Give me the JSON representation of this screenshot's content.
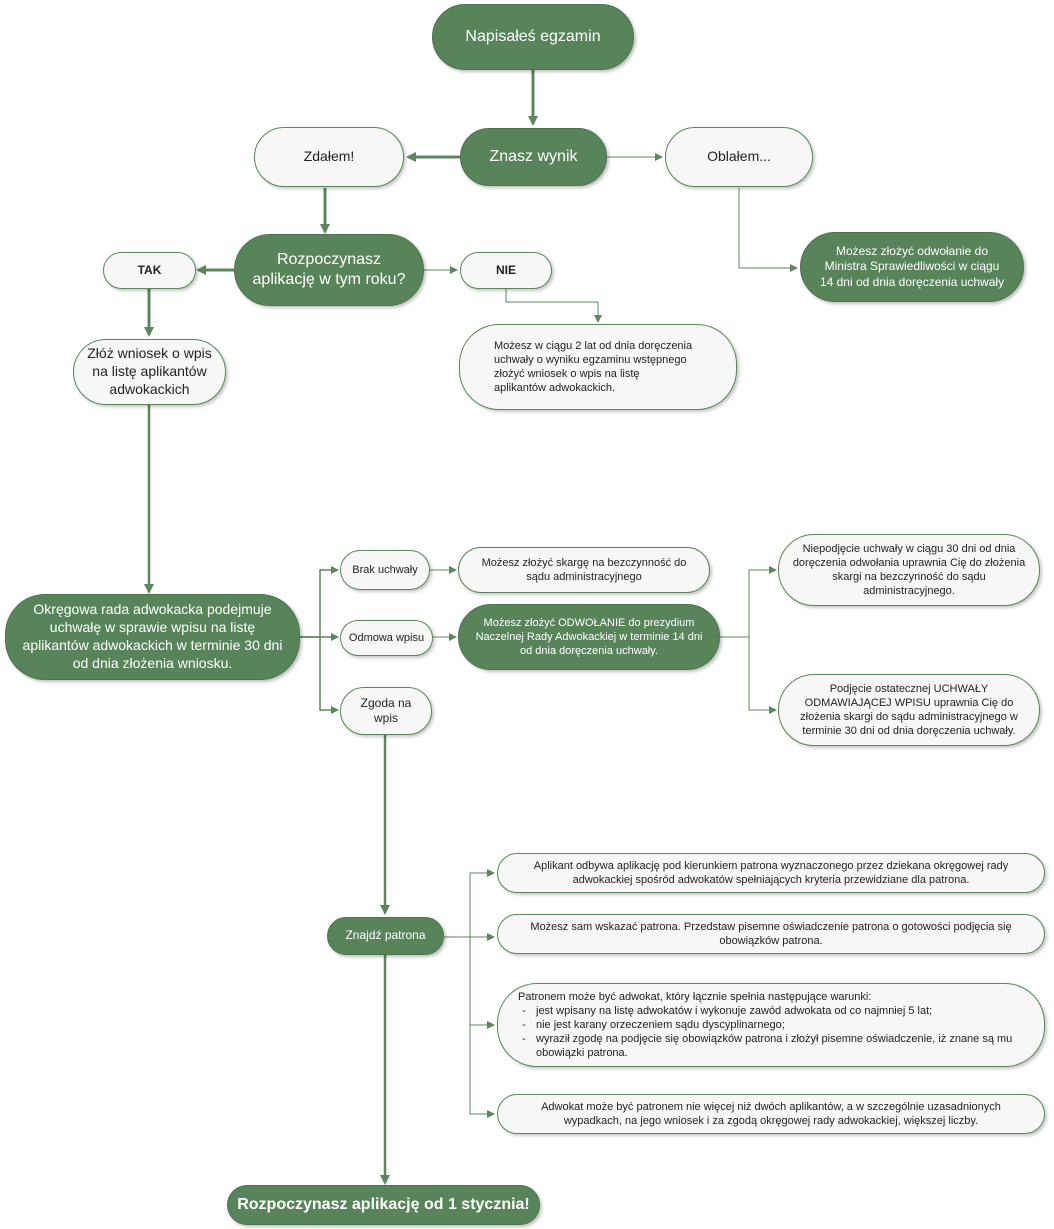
{
  "colors": {
    "dark_green": "#58845a",
    "line_green": "#5a875c",
    "light_fill": "#f6f7f6"
  },
  "nodes": {
    "start": "Napisałeś egzamin",
    "result": "Znasz wynik",
    "passed": "Zdałem!",
    "failed": "Oblałem...",
    "failed_appeal": "Możesz złożyć odwołanie do Ministra Sprawiedliwości w ciągu 14 dni od dnia doręczenia uchwały",
    "start_training_question": "Rozpoczynasz aplikację w tym roku?",
    "yes": "TAK",
    "no": "NIE",
    "no_info": "Możesz w ciągu 2 lat od dnia doręczenia uchwały o wyniku egzaminu wstępnego złożyć wniosek o wpis na listę aplikantów adwokackich.",
    "submit_application": "Złóż wniosek o wpis na listę aplikantów adwokackich",
    "council_decision": "Okręgowa rada adwokacka podejmuje uchwałę w sprawie wpisu na listę aplikantów adwokackich w terminie 30 dni od dnia złożenia wniosku.",
    "no_resolution": "Brak uchwały",
    "no_resolution_info": "Możesz złożyć skargę na bezczynność do sądu administracyjnego",
    "refusal": "Odmowa wpisu",
    "refusal_appeal": "Możesz złożyć ODWOŁANIE do prezydium Naczelnej Rady Adwokackiej w terminie 14 dni od dnia doręczenia uchwały.",
    "no_appeal_decision": "Niepodjęcie uchwały w ciągu 30 dni od dnia doręczenia odwołania uprawnia Cię do złożenia skargi na bezczynność do sądu administracyjnego.",
    "final_refusal": "Podjęcie ostatecznej UCHWAŁY ODMAWIAJĄCEJ WPISU uprawnia Cię do złożenia skargi do sądu administracyjnego w terminie 30 dni od dnia doręczenia uchwały.",
    "consent": "Zgoda na wpis",
    "find_patron": "Znajdź patrona",
    "patron_info_1": "Aplikant odbywa aplikację pod kierunkiem patrona wyznaczonego przez dziekana okręgowej rady adwokackiej spośród adwokatów spełniających kryteria przewidziane dla patrona.",
    "patron_info_2": "Możesz sam wskazać patrona. Przedstaw pisemne oświadczenie patrona o gotowości podjęcia się obowiązków patrona.",
    "patron_requirements_intro": "Patronem może być adwokat, który łącznie spełnia następujące warunki:",
    "patron_requirements": [
      "jest wpisany na listę adwokatów i wykonuje zawód adwokata od co najmniej 5 lat;",
      "nie jest karany orzeczeniem sądu dyscyplinarnego;",
      "wyraził zgodę na podjęcie się obowiązków patrona i złożył pisemne oświadczenie, iż znane są mu obowiązki patrona."
    ],
    "patron_info_4": "Adwokat może być patronem nie więcej niż dwóch aplikantów, a w szczególnie uzasadnionych wypadkach, na jego wniosek i za zgodą okręgowej rady adwokackiej, większej liczby.",
    "end": "Rozpoczynasz aplikację od 1 stycznia!"
  }
}
